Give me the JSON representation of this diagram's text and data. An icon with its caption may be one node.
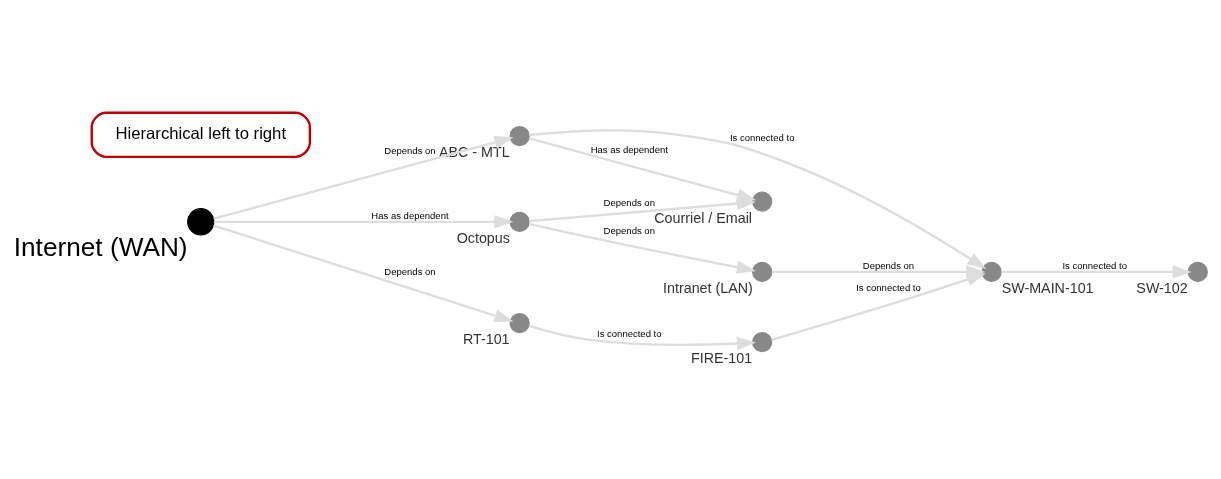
{
  "diagram": {
    "nodes": [
      {
        "text": [
          "Courriel / Email"
        ]
      },
      {
        "text": [
          "ABC - MTL"
        ]
      },
      {
        "text": [
          "Hierarchical left to right"
        ]
      },
      {
        "text": [
          "Internet (WAN)"
        ]
      },
      {
        "text": [
          "Octopus"
        ]
      },
      {
        "text": [
          "Intranet (LAN)"
        ]
      },
      {
        "text": [
          "SW-MAIN-101"
        ]
      },
      {
        "text": [
          "SW-102"
        ]
      },
      {
        "text": [
          "RT-101"
        ]
      },
      {
        "text": [
          "FIRE-101"
        ]
      }
    ],
    "edges": [
      {
        "from": 3,
        "to": 1,
        "arrow": "to",
        "label": "Depends on"
      },
      {
        "from": 3,
        "to": 4,
        "arrow": "to",
        "label": "Has as dependent"
      },
      {
        "from": 3,
        "to": 8,
        "arrow": "to",
        "label": "Depends on"
      },
      {
        "from": 1,
        "to": 0,
        "arrow": "to",
        "label": "Has as dependent"
      },
      {
        "from": 4,
        "to": 0,
        "arrow": "to",
        "label": "Depends on"
      },
      {
        "from": 1,
        "to": 6,
        "arrow": "to",
        "label": "Is connected to"
      },
      {
        "from": 4,
        "to": 5,
        "arrow": "to",
        "label": "Depends on"
      },
      {
        "from": 5,
        "to": 6,
        "arrow": "to",
        "label": "Depends on"
      },
      {
        "from": 8,
        "to": 9,
        "arrow": "to",
        "label": "Is connected to"
      },
      {
        "from": 9,
        "to": 6,
        "arrow": "to",
        "label": "Is connected to"
      },
      {
        "from": 6,
        "to": 7,
        "arrow": "to",
        "label": "Is connected to"
      }
    ]
  }
}
